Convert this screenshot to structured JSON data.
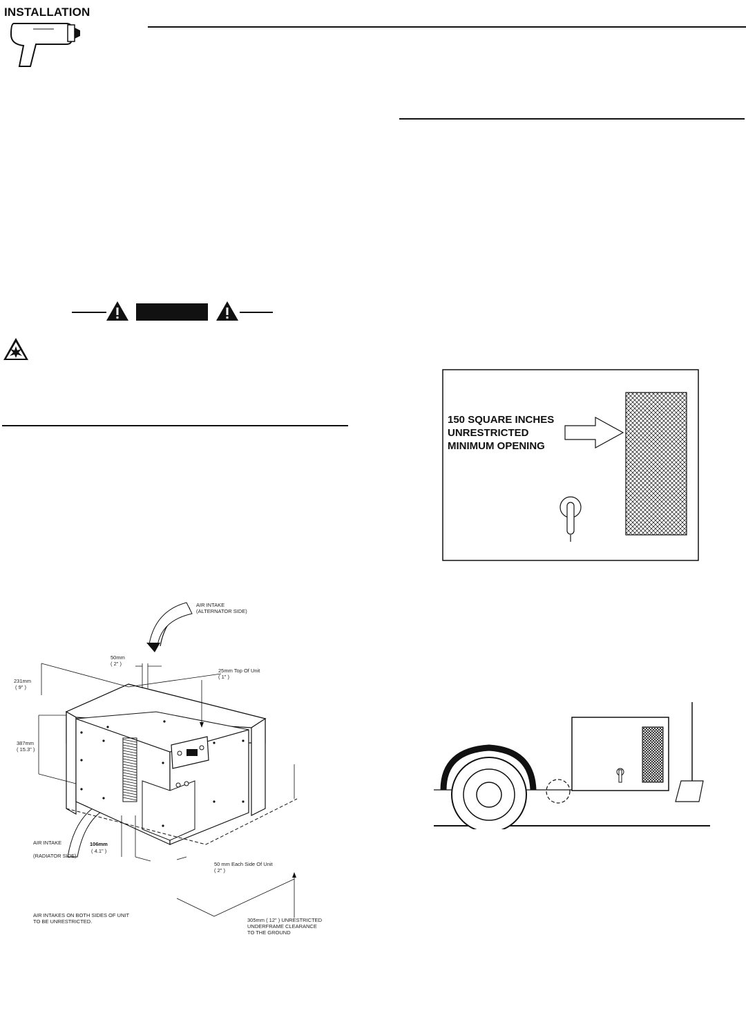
{
  "header": {
    "title": "INSTALLATION",
    "icon": "drill-icon"
  },
  "warning_banner": {
    "label": "",
    "icons": [
      "warning-triangle-icon",
      "explosion-hazard-icon"
    ]
  },
  "figure_opening": {
    "label_lines": [
      "150 SQUARE INCHES",
      "UNRESTRICTED",
      "MINIMUM OPENING"
    ]
  },
  "figure_clearance": {
    "air_intake_alternator": [
      "AIR INTAKE",
      "(ALTERNATOR SIDE)"
    ],
    "dim_50mm_top": [
      "50mm",
      "( 2\" )"
    ],
    "dim_231mm": [
      "231mm",
      "( 9\" )"
    ],
    "dim_25mm": [
      "25mm Top Of Unit",
      "( 1\" )"
    ],
    "dim_387mm": [
      "387mm",
      "( 15.3\" )"
    ],
    "air_intake_radiator": [
      "AIR INTAKE",
      "(RADIATOR SIDE)"
    ],
    "dim_106mm": [
      "106mm",
      "( 4.1\" )"
    ],
    "dim_50mm_side": [
      "50 mm Each Side Of Unit",
      "( 2\" )"
    ],
    "note_intakes": [
      "AIR INTAKES ON BOTH SIDES OF UNIT",
      "TO BE UNRESTRICTED."
    ],
    "note_clearance": [
      "305mm ( 12\" ) UNRESTRICTED",
      "UNDERFRAME CLEARANCE",
      "TO THE GROUND"
    ]
  }
}
